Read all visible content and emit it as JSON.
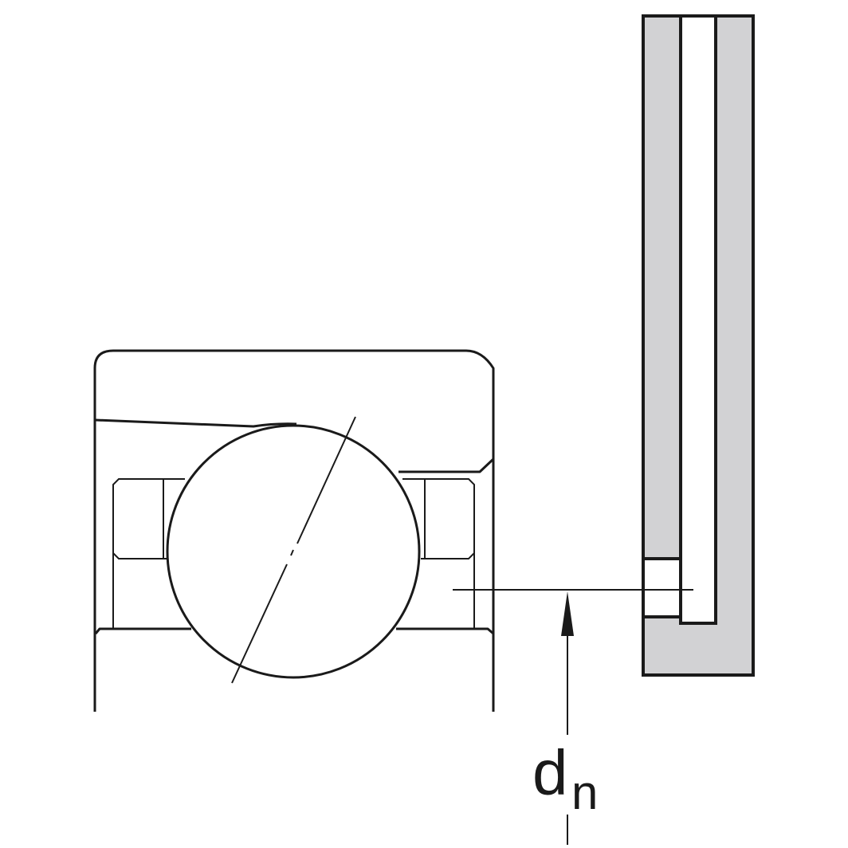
{
  "diagram": {
    "title": "Bearing cross-section with nozzle position dimension",
    "colors": {
      "line": "#1a1a1a",
      "plate_fill": "#d2d2d4",
      "background": "#ffffff"
    },
    "components": [
      {
        "id": "outer-ring",
        "label": "outer ring"
      },
      {
        "id": "inner-ring",
        "label": "inner ring"
      },
      {
        "id": "ball",
        "label": "rolling ball"
      },
      {
        "id": "cage",
        "label": "cage"
      },
      {
        "id": "contact-line",
        "label": "contact angle line"
      },
      {
        "id": "nozzle-plate",
        "label": "lubrication nozzle / spacer plate"
      },
      {
        "id": "dimension-dn",
        "label": "dimension arrow"
      }
    ],
    "dimension": {
      "symbol": "d",
      "subscript": "n"
    }
  }
}
